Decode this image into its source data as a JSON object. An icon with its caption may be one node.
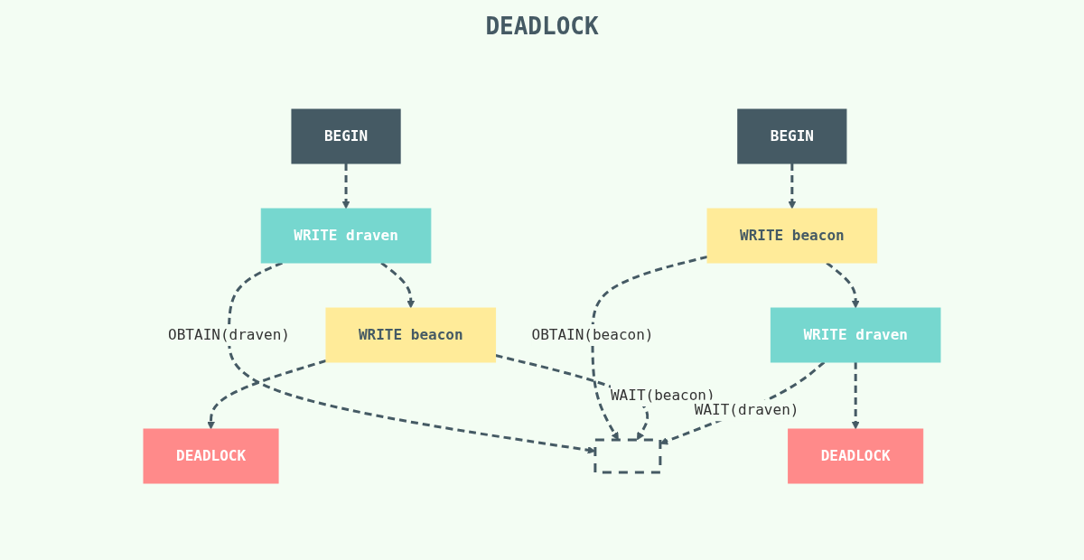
{
  "diagram": {
    "title": "DEADLOCK",
    "nodes": [
      {
        "text": [
          "BEGIN"
        ]
      },
      {
        "text": [
          "WRITE draven"
        ]
      },
      {
        "text": [
          "WRITE beacon"
        ]
      },
      {
        "text": [
          "DEADLOCK"
        ]
      },
      {
        "text": [
          "BEGIN"
        ]
      },
      {
        "text": [
          "WRITE beacon"
        ]
      },
      {
        "text": [
          "WRITE draven"
        ]
      },
      {
        "text": [
          "DEADLOCK"
        ]
      },
      {
        "text": [],
        "shape": "bar"
      }
    ],
    "edges": [
      {
        "from": 0,
        "to": 1,
        "arrow": "to",
        "style": "dashed"
      },
      {
        "from": 1,
        "to": 2,
        "arrow": "to",
        "style": "dashed"
      },
      {
        "from": 2,
        "to": 3,
        "arrow": "to",
        "style": "dashed"
      },
      {
        "from": 4,
        "to": 5,
        "arrow": "to",
        "style": "dashed"
      },
      {
        "from": 5,
        "to": 6,
        "arrow": "to",
        "style": "dashed"
      },
      {
        "from": 6,
        "to": 7,
        "arrow": "to",
        "style": "dashed"
      },
      {
        "from": 1,
        "to": 8,
        "arrow": "to",
        "style": "dashed",
        "label": "OBTAIN(draven)"
      },
      {
        "from": 5,
        "to": 8,
        "arrow": "to",
        "style": "dashed",
        "label": "OBTAIN(beacon)"
      },
      {
        "from": 2,
        "to": 8,
        "arrow": "to",
        "style": "dashed",
        "label": "WAIT(beacon)"
      },
      {
        "from": 6,
        "to": 8,
        "arrow": "to",
        "style": "dashed",
        "label": "WAIT(draven)"
      }
    ]
  }
}
